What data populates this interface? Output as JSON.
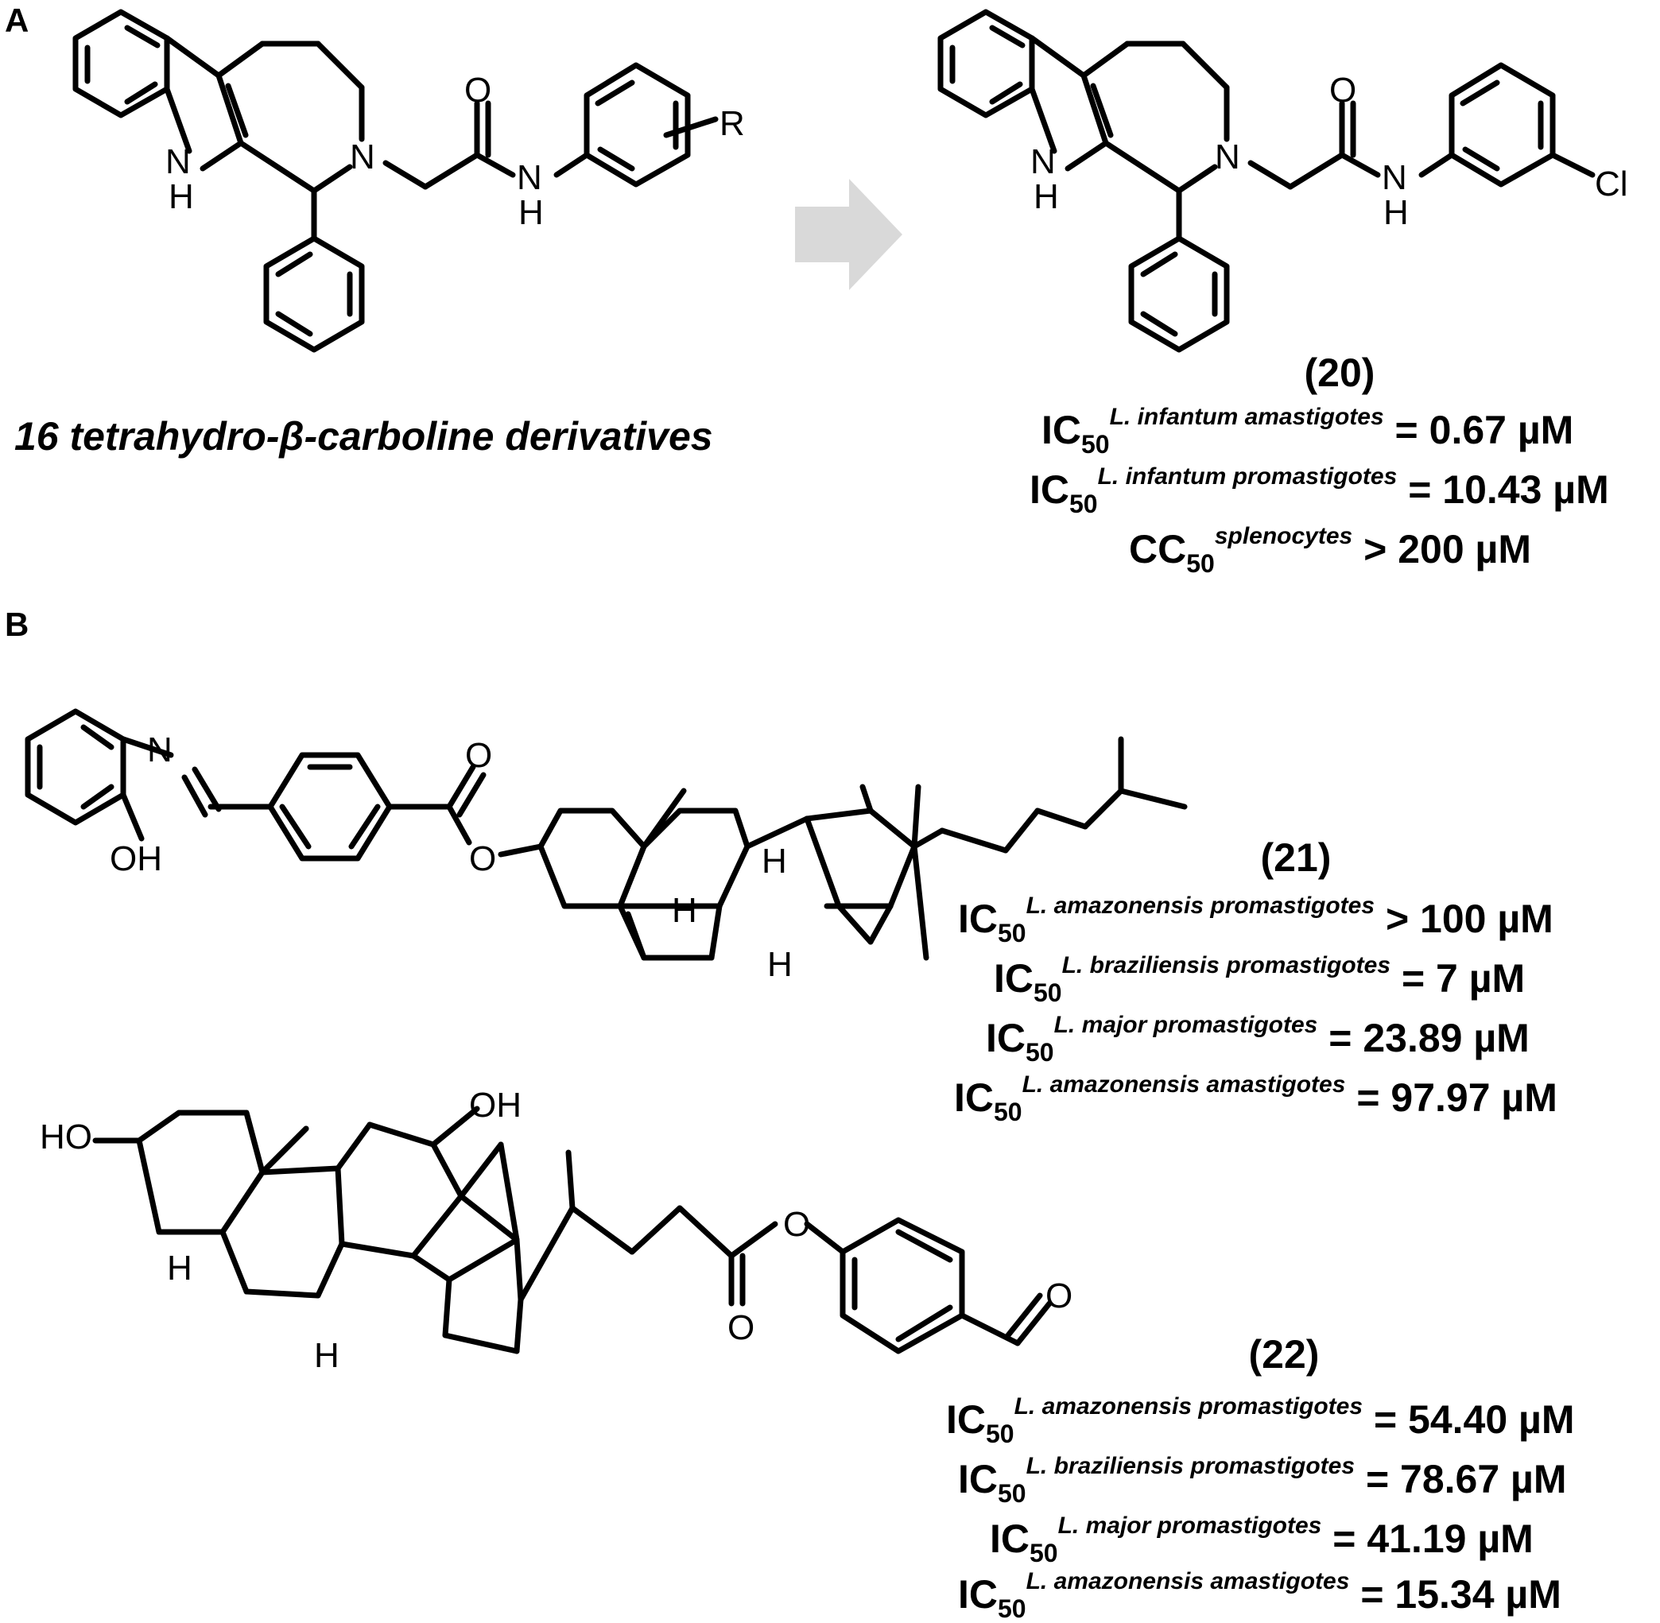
{
  "panels": {
    "a": "A",
    "b": "B"
  },
  "panel_a": {
    "caption": "16 tetrahydro-β-carboline derivatives",
    "compound_20": {
      "label": "(20)",
      "activities": [
        {
          "measure": "IC",
          "sub": "50",
          "sup": "L. infantum amastigotes",
          "value": "= 0.67 µM"
        },
        {
          "measure": "IC",
          "sub": "50",
          "sup": "L. infantum promastigotes",
          "value": "= 10.43 µM"
        },
        {
          "measure": "CC",
          "sub": "50",
          "sup": "splenocytes",
          "value": "> 200 µM"
        }
      ]
    }
  },
  "panel_b": {
    "compound_21": {
      "label": "(21)",
      "activities": [
        {
          "measure": "IC",
          "sub": "50",
          "sup": "L. amazonensis promastigotes",
          "value": "> 100 µM"
        },
        {
          "measure": "IC",
          "sub": "50",
          "sup": "L. braziliensis promastigotes",
          "value": "= 7 µM"
        },
        {
          "measure": "IC",
          "sub": "50",
          "sup": "L. major promastigotes",
          "value": "= 23.89 µM"
        },
        {
          "measure": "IC",
          "sub": "50",
          "sup": "L. amazonensis amastigotes",
          "value": "= 97.97 µM"
        }
      ]
    },
    "compound_22": {
      "label": "(22)",
      "activities": [
        {
          "measure": "IC",
          "sub": "50",
          "sup": "L. amazonensis promastigotes",
          "value": "= 54.40 µM"
        },
        {
          "measure": "IC",
          "sub": "50",
          "sup": "L. braziliensis promastigotes",
          "value": "= 78.67 µM"
        },
        {
          "measure": "IC",
          "sub": "50",
          "sup": "L. major promastigotes",
          "value": "= 41.19 µM"
        },
        {
          "measure": "IC",
          "sub": "50",
          "sup": "L. amazonensis amastigotes",
          "value": "= 15.34 µM"
        }
      ]
    }
  },
  "atoms": {
    "nh": "N",
    "h": "H",
    "o": "O",
    "r": "R",
    "cl": "Cl",
    "oh": "OH",
    "ho": "HO"
  }
}
